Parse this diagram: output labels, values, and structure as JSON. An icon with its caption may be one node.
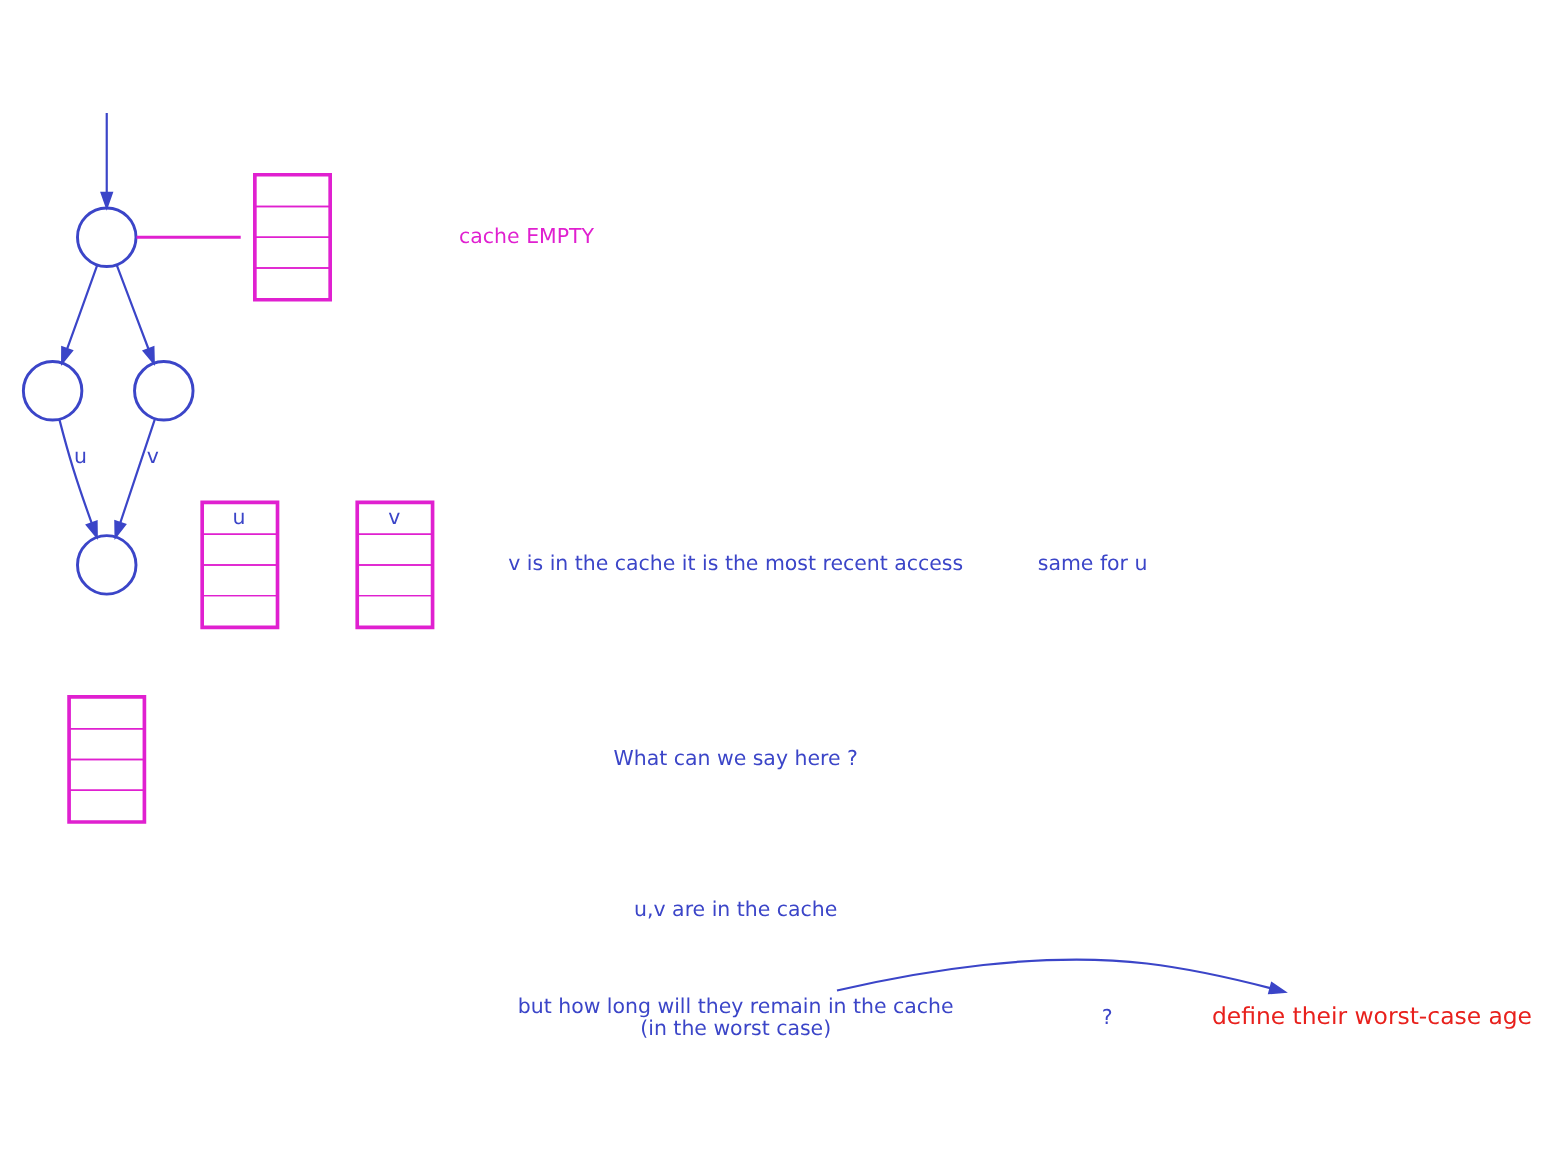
{
  "diagram": {
    "nodes": [
      {
        "text": [],
        "shape": "circle"
      },
      {
        "text": [],
        "shape": "circle"
      },
      {
        "text": [],
        "shape": "circle"
      },
      {
        "text": [],
        "shape": "circle"
      },
      {
        "text": [],
        "shape": "box"
      },
      {
        "text": [
          "u"
        ]
      },
      {
        "text": [
          "v"
        ]
      },
      {
        "text": [],
        "shape": "box"
      },
      {
        "text": [
          "define their worst-case age"
        ]
      },
      {
        "text": [
          "but how long will they remain in the cache",
          "(in the worst case)"
        ]
      }
    ],
    "edges": [
      {
        "from": null,
        "to": 0,
        "arrow": "to"
      },
      {
        "from": 0,
        "to": 1,
        "arrow": "to"
      },
      {
        "from": 0,
        "to": 2,
        "arrow": "to"
      },
      {
        "from": 1,
        "to": 3,
        "label": "u",
        "arrow": "to"
      },
      {
        "from": 2,
        "to": 3,
        "label": "v",
        "arrow": "to"
      },
      {
        "from": 0,
        "to": 4,
        "arrow": "none",
        "color": "#e020d0"
      },
      {
        "from": 9,
        "to": 8,
        "arrow": "to"
      }
    ],
    "labels": [
      "cache EMPTY",
      "same for u",
      "v is in the cache it is the most recent access",
      "What can we say here ?",
      "u,v are in the cache",
      "?"
    ]
  }
}
